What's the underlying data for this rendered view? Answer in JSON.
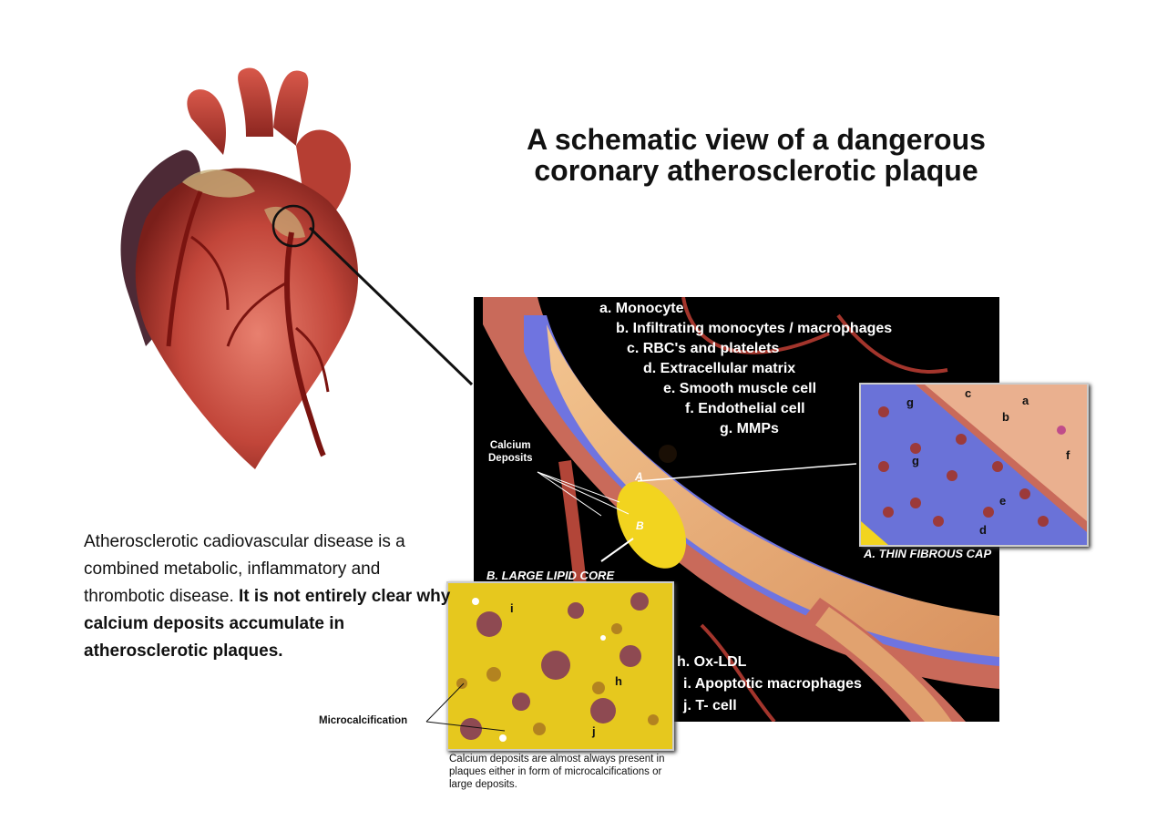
{
  "title": {
    "line1": "A schematic view of a dangerous",
    "line2": "coronary atherosclerotic plaque"
  },
  "description": {
    "plain": "Atherosclerotic cadiovascular disease is a combined metabolic, inflammatory and thrombotic disease. ",
    "bold": "It is not entirely clear why calcium deposits accumulate in atherosclerotic plaques."
  },
  "legend_top": [
    "a. Monocyte",
    "b. Infiltrating monocytes / macrophages",
    "c. RBC's and platelets",
    "d. Extracellular matrix",
    "e. Smooth muscle cell",
    "f. Endothelial cell",
    "g. MMPs"
  ],
  "legend_bottom": [
    "h. Ox-LDL",
    "i. Apoptotic macrophages",
    "j. T- cell"
  ],
  "calcium_label": "Calcium\nDeposits",
  "marker_a": "A",
  "marker_b": "B",
  "thin_cap_label": "A. THIN FIBROUS CAP",
  "lipid_core_label": "B. LARGE LIPID CORE",
  "microcalc_label": "Microcalcification",
  "caption": "Calcium deposits are almost always present in plaques either in form of microcalcifications or large deposits.",
  "inset_letters": {
    "a": "a",
    "b": "b",
    "c": "c",
    "d": "d",
    "e": "e",
    "f": "f",
    "g1": "g",
    "g2": "g"
  },
  "core_letters": {
    "h": "h",
    "i": "i",
    "j": "j"
  },
  "colors": {
    "panel_bg": "#000000",
    "vessel_wall": "#c96a5a",
    "vessel_lumen": "#e7a873",
    "plaque_blue": "#6f74e0",
    "lipid_yellow": "#f2d41f",
    "heart_red": "#b8332a"
  }
}
